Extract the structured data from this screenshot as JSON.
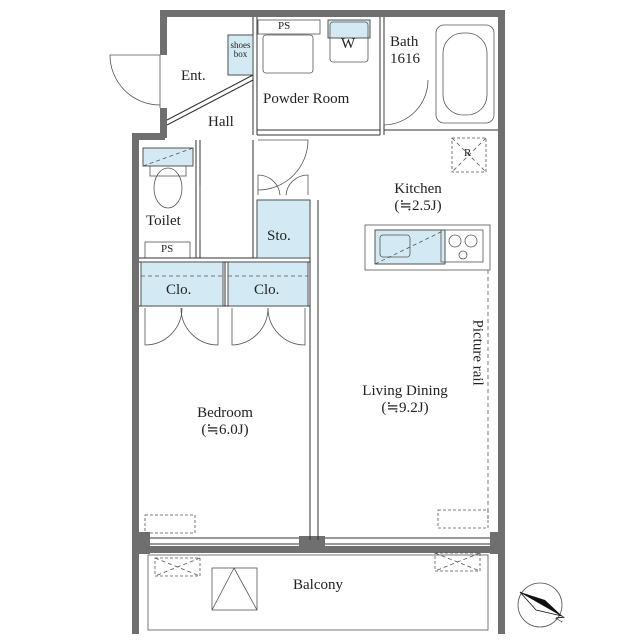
{
  "floorplan": {
    "rooms": {
      "entrance": "Ent.",
      "shoes_box_line1": "shoes",
      "shoes_box_line2": "box",
      "hall": "Hall",
      "powder_room": "Powder Room",
      "washer": "W",
      "bath": "Bath",
      "bath_size": "1616",
      "toilet": "Toilet",
      "storage": "Sto.",
      "kitchen": "Kitchen",
      "kitchen_area": "(≒2.5J)",
      "closet_left": "Clo.",
      "closet_right": "Clo.",
      "bedroom": "Bedroom",
      "bedroom_area": "(≒6.0J)",
      "living_dining": "Living Dining",
      "living_dining_area": "(≒9.2J)",
      "picture_rail": "Picture rail",
      "balcony": "Balcony"
    },
    "shafts": {
      "ps_top": "PS",
      "ps_toilet": "PS"
    },
    "fixtures": {
      "refrigerator": "R"
    },
    "compass": {
      "north": "N"
    }
  }
}
